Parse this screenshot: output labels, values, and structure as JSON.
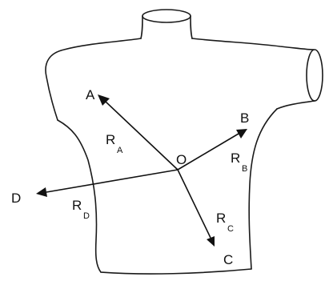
{
  "diagram": {
    "origin_label": "O",
    "endpoints": {
      "A": "A",
      "B": "B",
      "C": "C",
      "D": "D"
    },
    "vectors": [
      {
        "id": "RA",
        "main": "R",
        "sub": "A"
      },
      {
        "id": "RB",
        "main": "R",
        "sub": "B"
      },
      {
        "id": "RC",
        "main": "R",
        "sub": "C"
      },
      {
        "id": "RD",
        "main": "R",
        "sub": "D"
      }
    ]
  }
}
